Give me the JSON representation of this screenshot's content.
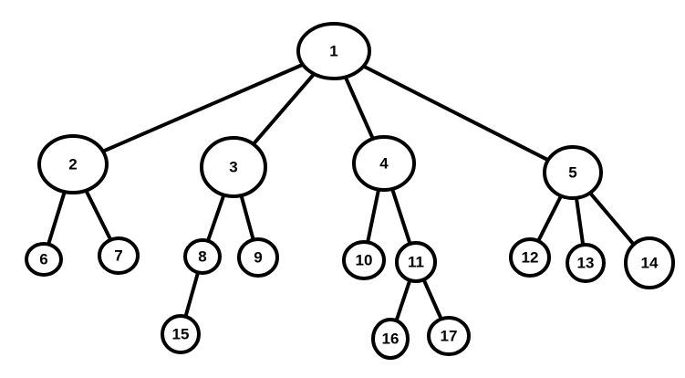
{
  "diagram": {
    "type": "tree",
    "colors": {
      "background": "#ffffff",
      "stroke": "#000000",
      "node_fill": "#ffffff",
      "text": "#000000"
    },
    "nodes": [
      {
        "id": "1",
        "label": "1"
      },
      {
        "id": "2",
        "label": "2"
      },
      {
        "id": "3",
        "label": "3"
      },
      {
        "id": "4",
        "label": "4"
      },
      {
        "id": "5",
        "label": "5"
      },
      {
        "id": "6",
        "label": "6"
      },
      {
        "id": "7",
        "label": "7"
      },
      {
        "id": "8",
        "label": "8"
      },
      {
        "id": "9",
        "label": "9"
      },
      {
        "id": "10",
        "label": "10"
      },
      {
        "id": "11",
        "label": "11"
      },
      {
        "id": "12",
        "label": "12"
      },
      {
        "id": "13",
        "label": "13"
      },
      {
        "id": "14",
        "label": "14"
      },
      {
        "id": "15",
        "label": "15"
      },
      {
        "id": "16",
        "label": "16"
      },
      {
        "id": "17",
        "label": "17"
      }
    ],
    "edges": [
      {
        "from": "1",
        "to": "2"
      },
      {
        "from": "1",
        "to": "3"
      },
      {
        "from": "1",
        "to": "4"
      },
      {
        "from": "1",
        "to": "5"
      },
      {
        "from": "2",
        "to": "6"
      },
      {
        "from": "2",
        "to": "7"
      },
      {
        "from": "3",
        "to": "8"
      },
      {
        "from": "3",
        "to": "9"
      },
      {
        "from": "4",
        "to": "10"
      },
      {
        "from": "4",
        "to": "11"
      },
      {
        "from": "5",
        "to": "12"
      },
      {
        "from": "5",
        "to": "13"
      },
      {
        "from": "5",
        "to": "14"
      },
      {
        "from": "8",
        "to": "15"
      },
      {
        "from": "11",
        "to": "16"
      },
      {
        "from": "11",
        "to": "17"
      }
    ]
  }
}
